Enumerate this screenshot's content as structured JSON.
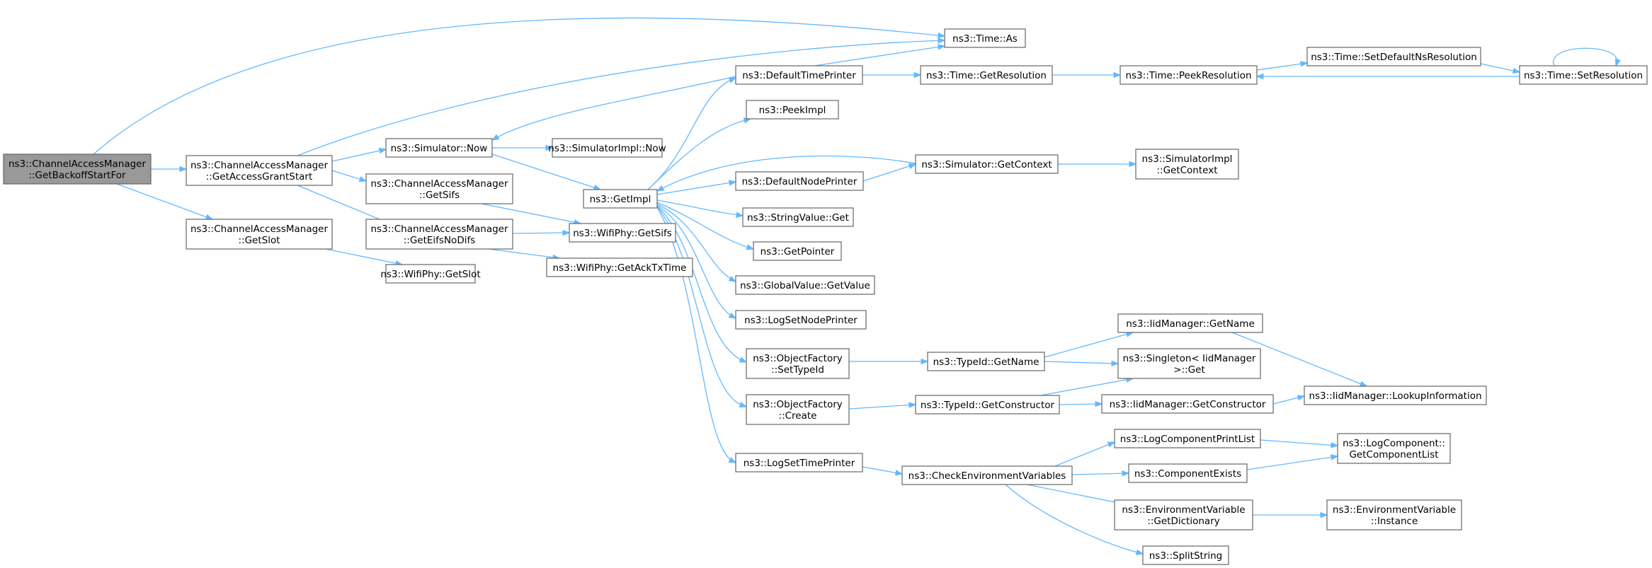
{
  "graph": {
    "nodes": {
      "root": [
        "ns3::ChannelAccessManager",
        "::GetBackoffStartFor"
      ],
      "gags": [
        "ns3::ChannelAccessManager",
        "::GetAccessGrantStart"
      ],
      "gslot": [
        "ns3::ChannelAccessManager",
        "::GetSlot"
      ],
      "tas": [
        "ns3::Time::As"
      ],
      "snow": [
        "ns3::Simulator::Now"
      ],
      "gsifs": [
        "ns3::ChannelAccessManager",
        "::GetSifs"
      ],
      "geifs": [
        "ns3::ChannelAccessManager",
        "::GetEifsNoDifs"
      ],
      "wgslot": [
        "ns3::WifiPhy::GetSlot"
      ],
      "sinow": [
        "ns3::SimulatorImpl::Now"
      ],
      "gimpl": [
        "ns3::GetImpl"
      ],
      "wgsifs": [
        "ns3::WifiPhy::GetSifs"
      ],
      "wgack": [
        "ns3::WifiPhy::GetAckTxTime"
      ],
      "dtp": [
        "ns3::DefaultTimePrinter"
      ],
      "peek": [
        "ns3::PeekImpl"
      ],
      "dnp": [
        "ns3::DefaultNodePrinter"
      ],
      "svget": [
        "ns3::StringValue::Get"
      ],
      "gptr": [
        "ns3::GetPointer"
      ],
      "gvget": [
        "ns3::GlobalValue::GetValue"
      ],
      "lsnp": [
        "ns3::LogSetNodePrinter"
      ],
      "ofsti": [
        "ns3::ObjectFactory",
        "::SetTypeId"
      ],
      "ofcr": [
        "ns3::ObjectFactory",
        "::Create"
      ],
      "lstp": [
        "ns3::LogSetTimePrinter"
      ],
      "tgres": [
        "ns3::Time::GetResolution"
      ],
      "sgctx": [
        "ns3::Simulator::GetContext"
      ],
      "tigname": [
        "ns3::TypeId::GetName"
      ],
      "tigcons": [
        "ns3::TypeId::GetConstructor"
      ],
      "cev": [
        "ns3::CheckEnvironmentVariables"
      ],
      "tpres": [
        "ns3::Time::PeekResolution"
      ],
      "sigctx": [
        "ns3::SimulatorImpl",
        "::GetContext"
      ],
      "iigname": [
        "ns3::IidManager::GetName"
      ],
      "singget": [
        "ns3::Singleton< IidManager",
        " >::Get"
      ],
      "iigcons": [
        "ns3::IidManager::GetConstructor"
      ],
      "lcpl": [
        "ns3::LogComponentPrintList"
      ],
      "cexists": [
        "ns3::ComponentExists"
      ],
      "evgd": [
        "ns3::EnvironmentVariable",
        "::GetDictionary"
      ],
      "split": [
        "ns3::SplitString"
      ],
      "tsdnr": [
        "ns3::Time::SetDefaultNsResolution"
      ],
      "iilookup": [
        "ns3::IidManager::LookupInformation"
      ],
      "lcgcl": [
        "ns3::LogComponent::",
        "GetComponentList"
      ],
      "evinst": [
        "ns3::EnvironmentVariable",
        "::Instance"
      ],
      "tsres": [
        "ns3::Time::SetResolution"
      ]
    }
  }
}
